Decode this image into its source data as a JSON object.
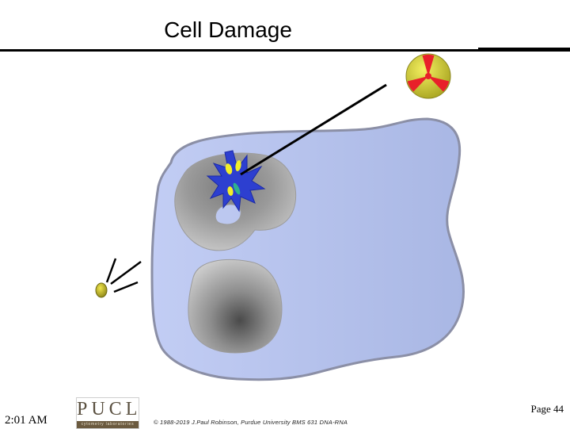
{
  "slide": {
    "title": "Cell Damage",
    "clock": "2:01 AM",
    "page_number": "Page 44",
    "copyright": "© 1988-2019 J.Paul Robinson, Purdue University BMS 631 DNA-RNA"
  },
  "logo": {
    "letters": "PUCL",
    "tagline": "cytometry laboratories"
  },
  "colors": {
    "cell_fill": "#b6c2ec",
    "cell_outline": "#8b8fa6",
    "nucleus_gray": "#8a8a8a",
    "damage_blue": "#2d3fd0",
    "damage_yellow": "#f2ee2a",
    "damage_teal": "#2fb28d",
    "radiation_red": "#e8202a",
    "radiation_yellow": "#dcd83a",
    "particle_yellow": "#d7c82e"
  },
  "icons": {
    "radiation": "radiation-symbol-icon",
    "particle": "particle-icon",
    "damage": "dna-damage-burst-icon"
  }
}
